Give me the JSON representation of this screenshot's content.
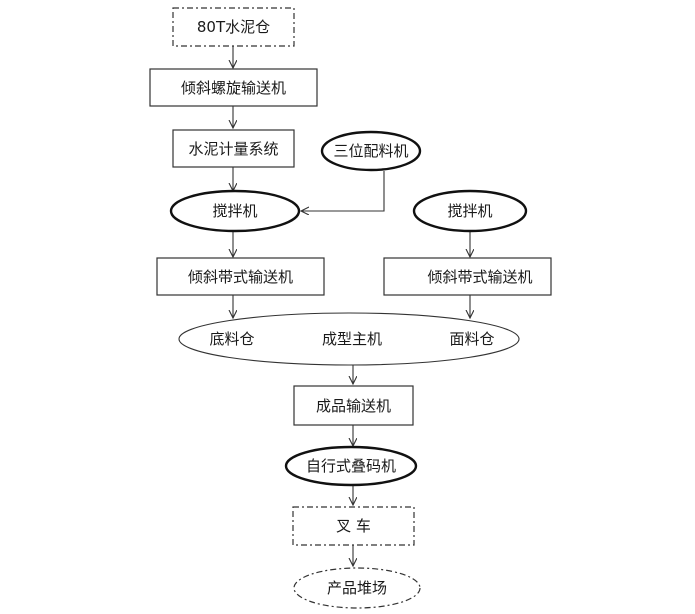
{
  "nodes": {
    "cement_silo": "80T水泥仓",
    "screw_conveyor": "倾斜螺旋输送机",
    "cement_metering": "水泥计量系统",
    "batching_machine": "三位配料机",
    "mixer_left": "搅拌机",
    "mixer_right": "搅拌机",
    "belt_conveyor_left": "倾斜带式输送机",
    "belt_conveyor_right": "倾斜带式输送机",
    "base_material_bin": "底料仓",
    "main_forming_machine": "成型主机",
    "face_material_bin": "面料仓",
    "product_conveyor": "成品输送机",
    "stacker": "自行式叠码机",
    "forklift": "叉 车",
    "product_yard": "产品堆场"
  }
}
